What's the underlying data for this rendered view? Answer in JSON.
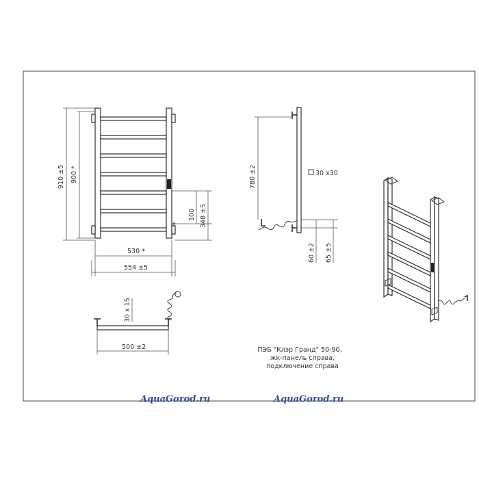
{
  "front_view": {
    "dim_height_total": "910 ±5",
    "dim_height_inner": "900 *",
    "dim_width_inner": "530 *",
    "dim_width_total": "554 ±5",
    "dim_conn_gap": "100",
    "dim_conn_height": "348 ±5"
  },
  "side_view": {
    "dim_height": "780 ±2",
    "profile": "30 x30",
    "dim_bottom_a": "60 ±2",
    "dim_bottom_b": "65 ±5"
  },
  "top_view": {
    "profile": "30 x 15",
    "dim_width": "500 ±2"
  },
  "caption": [
    "ПЭБ \"Клэр Гранд\" 50-90,",
    "жк-панель справа,",
    "подключение справа"
  ],
  "watermarks": [
    "AquaGorod.ru",
    "AquaGorod.ru"
  ]
}
